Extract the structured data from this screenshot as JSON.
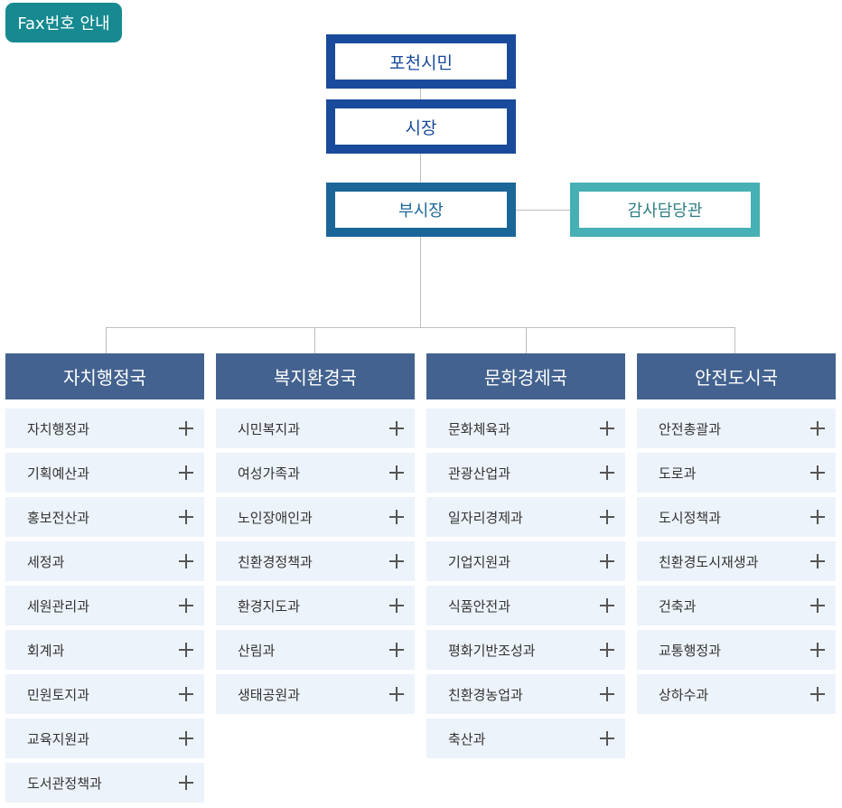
{
  "fax_button": "Fax번호 안내",
  "org": {
    "citizens": "포천시민",
    "mayor": "시장",
    "vice_mayor": "부시장",
    "auditor": "감사담당관"
  },
  "departments": [
    {
      "name": "자치행정국",
      "teams": [
        "자치행정과",
        "기획예산과",
        "홍보전산과",
        "세정과",
        "세원관리과",
        "회계과",
        "민원토지과",
        "교육지원과",
        "도서관정책과"
      ]
    },
    {
      "name": "복지환경국",
      "teams": [
        "시민복지과",
        "여성가족과",
        "노인장애인과",
        "친환경정책과",
        "환경지도과",
        "산림과",
        "생태공원과"
      ]
    },
    {
      "name": "문화경제국",
      "teams": [
        "문화체육과",
        "관광산업과",
        "일자리경제과",
        "기업지원과",
        "식품안전과",
        "평화기반조성과",
        "친환경농업과",
        "축산과"
      ]
    },
    {
      "name": "안전도시국",
      "teams": [
        "안전총괄과",
        "도로과",
        "도시정책과",
        "친환경도시재생과",
        "건축과",
        "교통행정과",
        "상하수과"
      ]
    }
  ],
  "colors": {
    "fax_button": "#168a90",
    "top_box_border": "#1a4a9c",
    "vice_box_border": "#1a6699",
    "auditor_border": "#46b0b4",
    "department_header": "#43628f",
    "team_background": "#edf3fa"
  },
  "icons": {
    "expand": "plus-icon"
  }
}
